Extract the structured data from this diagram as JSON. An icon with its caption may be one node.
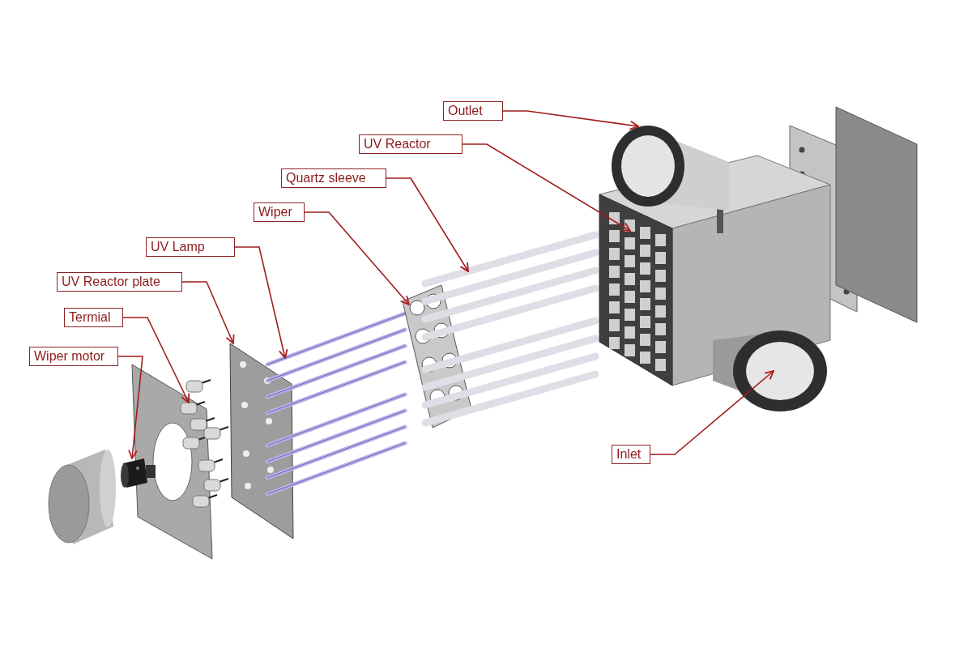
{
  "diagram": {
    "nodes": [
      {
        "text": [
          "Outlet"
        ]
      },
      {
        "text": [
          "UV Reactor"
        ]
      },
      {
        "text": [
          "Quartz sleeve"
        ]
      },
      {
        "text": [
          "Wiper"
        ]
      },
      {
        "text": [
          "UV Lamp"
        ]
      },
      {
        "text": [
          "UV Reactor plate"
        ]
      },
      {
        "text": [
          "Termial"
        ]
      },
      {
        "text": [
          "Wiper motor"
        ]
      },
      {
        "text": [
          "Inlet"
        ]
      },
      {
        "text": [],
        "shape": "picture"
      },
      {
        "text": [],
        "shape": "picture"
      },
      {
        "text": [],
        "shape": "picture"
      },
      {
        "text": [],
        "shape": "picture"
      },
      {
        "text": [],
        "shape": "picture"
      },
      {
        "text": [],
        "shape": "picture"
      },
      {
        "text": [],
        "shape": "picture"
      },
      {
        "text": [],
        "shape": "picture"
      },
      {
        "text": [],
        "shape": "picture"
      }
    ],
    "edges": [
      {
        "from": 0,
        "to": 16,
        "arrow": "to"
      },
      {
        "from": 1,
        "to": 15,
        "arrow": "to"
      },
      {
        "from": 2,
        "to": 14,
        "arrow": "to"
      },
      {
        "from": 3,
        "to": 13,
        "arrow": "to"
      },
      {
        "from": 4,
        "to": 12,
        "arrow": "to"
      },
      {
        "from": 5,
        "to": 11,
        "arrow": "to"
      },
      {
        "from": 6,
        "to": 10,
        "arrow": "to"
      },
      {
        "from": 7,
        "to": 9,
        "arrow": "to"
      },
      {
        "from": 8,
        "to": 17,
        "arrow": "to"
      }
    ]
  }
}
